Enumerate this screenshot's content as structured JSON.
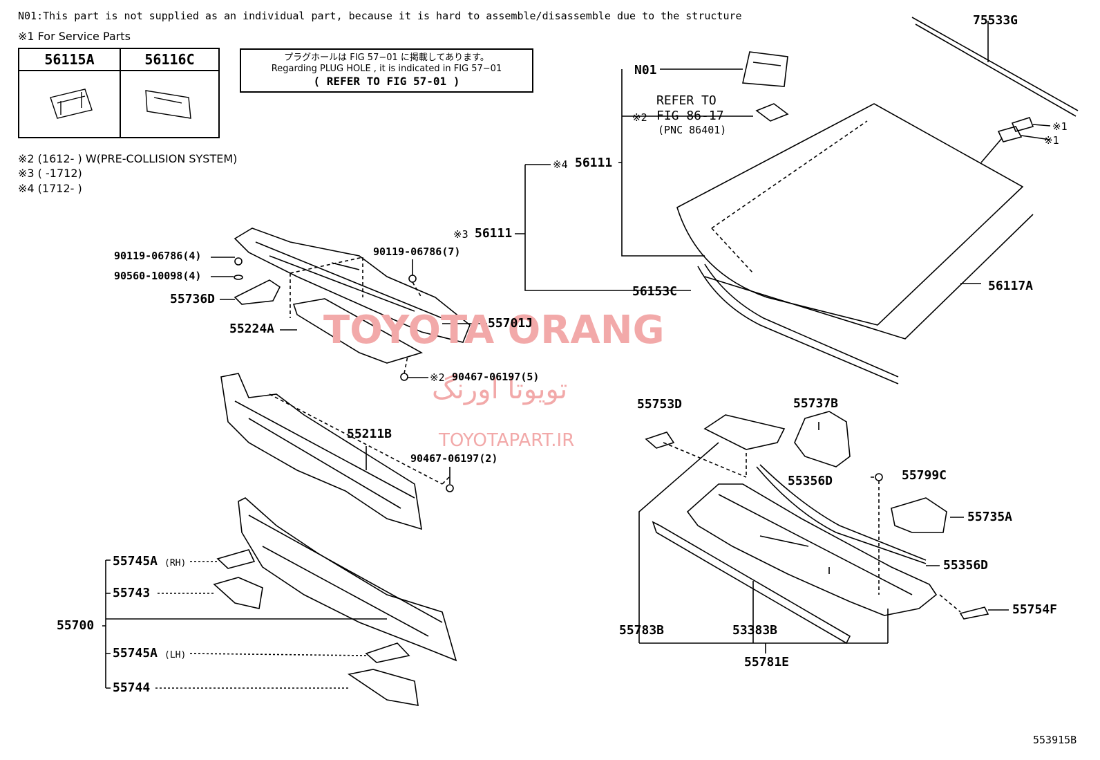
{
  "header": {
    "n01_note": "N01:This part is not supplied as an individual part, because it is hard to assemble/disassemble due to the structure",
    "service_note": "※1 For Service Parts"
  },
  "service_table": {
    "col1": "56115A",
    "col2": "56116C"
  },
  "plug_box": {
    "line_jp": "プラグホールは FIG 57−01 に掲載してあります。",
    "line_en": "Regarding  PLUG  HOLE , it is indicated in FIG  57−01",
    "line_ref": "( REFER TO FIG 57-01 )"
  },
  "notes": [
    "※2 (1612-      ) W(PRE-COLLISION SYSTEM)",
    "※3 (      -1712)",
    "※4 (1712-      )"
  ],
  "labels": {
    "p75533G": "75533G",
    "pN01": "N01",
    "refer_to": "REFER TO",
    "fig_86_17": "FIG 86-17",
    "pnc": "(PNC 86401)",
    "mark2": "※2",
    "mark1a": "※1",
    "mark1b": "※1",
    "mark4": "※4",
    "p56111_a": "56111",
    "mark3": "※3",
    "p56111_b": "56111",
    "p56153C": "56153C",
    "p56117A": "56117A",
    "p90119_4": "90119-06786(4)",
    "p90560_4": "90560-10098(4)",
    "p55736D": "55736D",
    "p90119_7": "90119-06786(7)",
    "p55224A": "55224A",
    "p55701J": "55701J",
    "mark2b": "※2",
    "p90467_5": "90467-06197(5)",
    "p55211B": "55211B",
    "p90467_2": "90467-06197(2)",
    "p55745A_rh": "55745A",
    "rh": "(RH)",
    "p55743": "55743",
    "p55700": "55700",
    "p55745A_lh": "55745A",
    "lh": "(LH)",
    "p55744": "55744",
    "p55753D": "55753D",
    "p55737B": "55737B",
    "p55799C": "55799C",
    "p55356D_a": "55356D",
    "p55735A": "55735A",
    "p55356D_b": "55356D",
    "p55754F": "55754F",
    "p55783B": "55783B",
    "p53383B": "53383B",
    "p55781E": "55781E",
    "fig_code": "553915B"
  },
  "watermark": {
    "main": "TOYOTA ORANG",
    "farsi": "تویوتا اورنگ",
    "site": "TOYOTAPART.IR"
  }
}
